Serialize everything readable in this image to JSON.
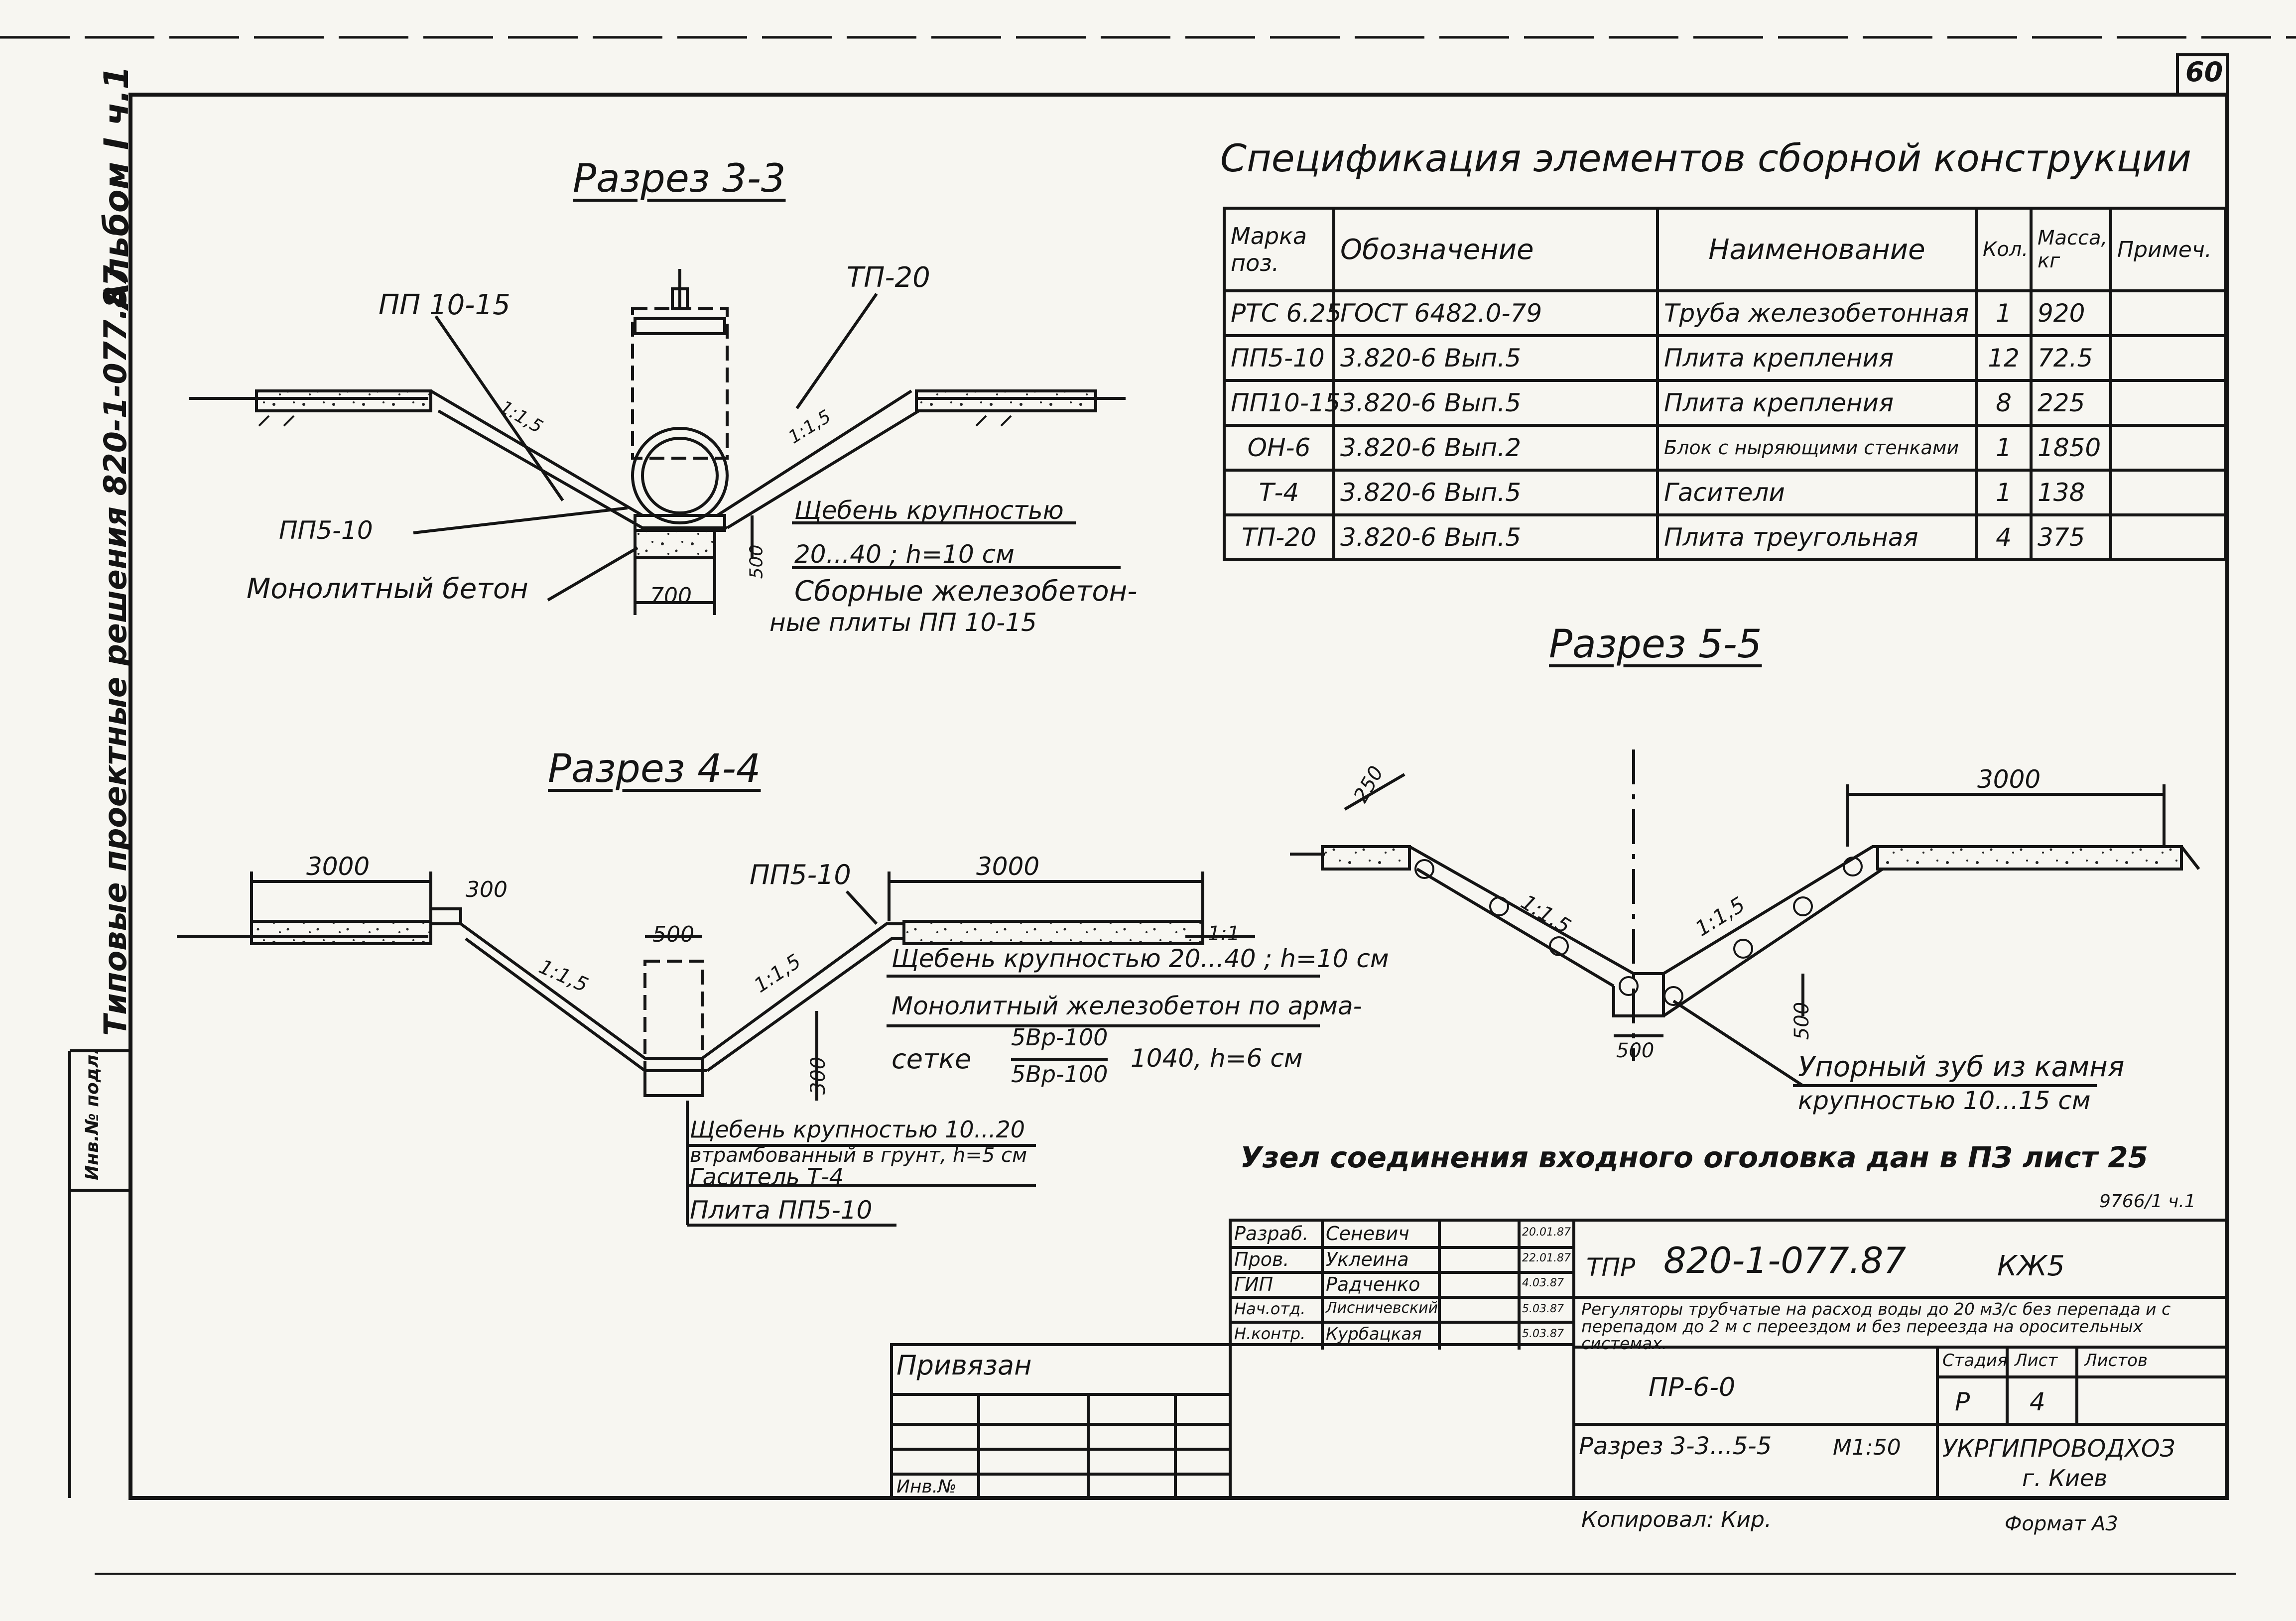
{
  "page_number": "60",
  "sidebar": {
    "album": "Альбом I ч.1",
    "series": "Типовые проектные решения 820-1-077.87",
    "inv_fragment": "Инв.№ подл."
  },
  "section_3_3": {
    "title": "Разрез 3-3",
    "label_pp10_15": "ПП 10-15",
    "label_tp20": "ТП-20",
    "label_pp5_10": "ПП5-10",
    "label_monolith": "Монолитный бетон",
    "slope_left": "1:1,5",
    "slope_right": "1:1,5",
    "dim_700": "700",
    "dim_500": "500",
    "note_line1": "Щебень крупностью",
    "note_line2": "20...40 ; h=10 см",
    "note_line3": "Сборные железобетон-",
    "note_line4": "ные плиты ПП 10-15"
  },
  "section_4_4": {
    "title": "Разрез 4-4",
    "dim_3000_left": "3000",
    "dim_300_top": "300",
    "dim_500": "500",
    "label_pp5_10": "ПП5-10",
    "dim_3000_right": "3000",
    "slope_left": "1:1,5",
    "slope_right": "1:1,5",
    "slope_edge": "1:1",
    "dim_300_side": "300",
    "note_a1": "Щебень крупностью 20...40 ; h=10 см",
    "note_a2": "Монолитный железобетон по арма-",
    "note_a3": "сетке",
    "frac_num": "5Вр-100",
    "frac_den": "5Вр-100",
    "note_a4": "1040, h=6 см",
    "note_b1": "Щебень крупностью 10...20",
    "note_b2": "втрамбованный в грунт, h=5 см",
    "note_b3": "Гаситель Т-4",
    "note_b4": "Плита ПП5-10"
  },
  "section_5_5": {
    "title": "Разрез 5-5",
    "dim_250": "250",
    "dim_3000": "3000",
    "slope_left": "1:1,5",
    "slope_right": "1:1,5",
    "dim_500_bottom": "500",
    "dim_500_side": "500",
    "note1": "Упорный зуб из камня",
    "note2": "крупностью 10...15 см"
  },
  "spec": {
    "title": "Спецификация элементов сборной конструкции",
    "headers": [
      "Марка поз.",
      "Обозначение",
      "Наименование",
      "Кол.",
      "Масса, кг",
      "Примеч."
    ],
    "rows": [
      [
        "РТС 6.25",
        "ГОСТ 6482.0-79",
        "Труба железобетонная",
        "1",
        "920",
        ""
      ],
      [
        "ПП5-10",
        "3.820-6 Вып.5",
        "Плита крепления",
        "12",
        "72.5",
        ""
      ],
      [
        "ПП10-15",
        "3.820-6 Вып.5",
        "Плита крепления",
        "8",
        "225",
        ""
      ],
      [
        "ОН-6",
        "3.820-6 Вып.2",
        "Блок с ныряющими стенками",
        "1",
        "1850",
        ""
      ],
      [
        "Т-4",
        "3.820-6 Вып.5",
        "Гасители",
        "1",
        "138",
        ""
      ],
      [
        "ТП-20",
        "3.820-6 Вып.5",
        "Плита треугольная",
        "4",
        "375",
        ""
      ]
    ]
  },
  "node_note": "Узел соединения входного оголовка дан в ПЗ лист 25",
  "archive_number": "9766/1 ч.1",
  "title_block": {
    "staff": [
      [
        "Разраб.",
        "Сеневич",
        "20.01.87"
      ],
      [
        "Пров.",
        "Уклеина",
        "22.01.87"
      ],
      [
        "ГИП",
        "Радченко",
        "4.03.87"
      ],
      [
        "Нач.отд.",
        "Лисничевский",
        "5.03.87"
      ],
      [
        "Н.контр.",
        "Курбацкая",
        "5.03.87"
      ]
    ],
    "project_prefix": "ТПР",
    "project_code": "820-1-077.87",
    "sheet_mark": "КЖ5",
    "description": "Регуляторы трубчатые на расход воды до 20 м3/с без перепада и с перепадом до 2 м с переездом и без переезда на оросительных системах.",
    "element_code": "ПР-6-0",
    "stage_header": "Стадия",
    "sheet_header": "Лист",
    "sheets_header": "Листов",
    "stage": "Р",
    "sheet": "4",
    "sheets": "",
    "sheet_title": "Разрез 3-3...5-5",
    "scale": "М1:50",
    "org1": "УКРГИПРОВОДХОЗ",
    "org2": "г. Киев",
    "privyazan": "Привязан",
    "inv_no": "Инв.№",
    "copied": "Копировал: Кир.",
    "format": "Формат А3"
  }
}
